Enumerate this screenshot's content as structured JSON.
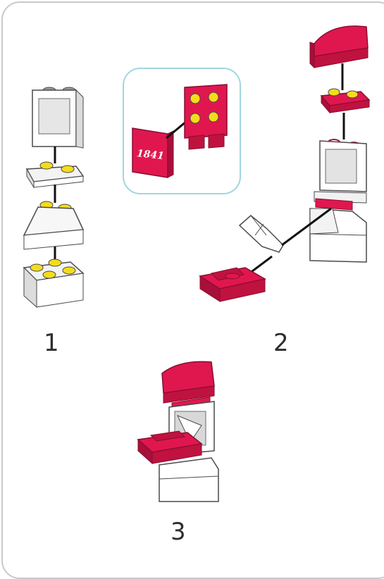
{
  "page": {
    "steps": [
      {
        "label": "1"
      },
      {
        "label": "2"
      },
      {
        "label": "3"
      }
    ],
    "tile_text": "1841"
  },
  "colors": {
    "brick_red": "#e0174f",
    "brick_red_dark": "#a80f3a",
    "stud_yellow": "#f5dc1b",
    "brick_white": "#ffffff",
    "outline": "#4a4a4a",
    "callout_border": "#9fd6e0",
    "frame_border": "#c9c9c9"
  },
  "icons": [
    "brick-2x2-window-icon",
    "plate-2x2-icon",
    "slope-brick-icon",
    "brick-2x2-icon",
    "tile-1841-icon",
    "hinge-plate-icon",
    "curved-slope-icon",
    "lever-arm-icon",
    "tray-plate-icon"
  ]
}
